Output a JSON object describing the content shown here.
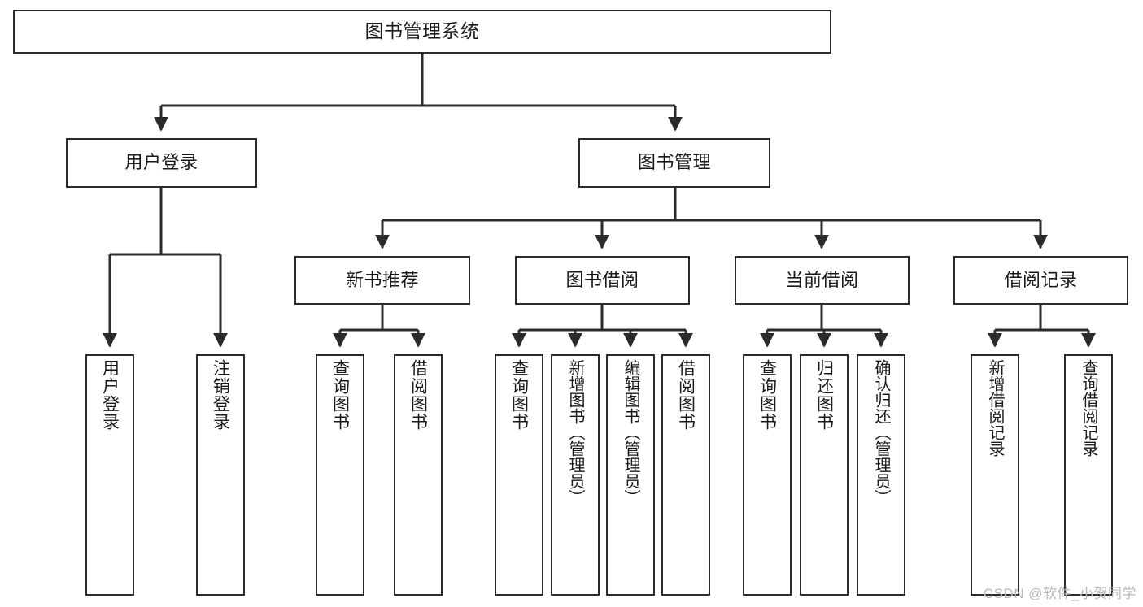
{
  "diagram": {
    "title": "图书管理系统",
    "type": "tree-hierarchy",
    "watermark": "CSDN @软件_小贺同学",
    "colors": {
      "stroke": "#2b2b2b",
      "box_fill": "#ffffff",
      "text": "#1a1a1a",
      "watermark": "#b9b9b9",
      "background": "#ffffff"
    },
    "nodes": {
      "root": {
        "label": "图书管理系统"
      },
      "level2": [
        {
          "id": "user-login",
          "label": "用户登录"
        },
        {
          "id": "book-manage",
          "label": "图书管理"
        }
      ],
      "level3": [
        {
          "id": "new-book-recommend",
          "label": "新书推荐"
        },
        {
          "id": "book-borrow",
          "label": "图书借阅"
        },
        {
          "id": "current-borrow",
          "label": "当前借阅"
        },
        {
          "id": "borrow-record",
          "label": "借阅记录"
        }
      ],
      "leaves": {
        "user-login": [
          {
            "id": "leaf-user-login",
            "label": "用户登录"
          },
          {
            "id": "leaf-logout-login",
            "label": "注销登录"
          }
        ],
        "new-book-recommend": [
          {
            "id": "leaf-query-book-1",
            "label": "查询图书"
          },
          {
            "id": "leaf-borrow-book-1",
            "label": "借阅图书"
          }
        ],
        "book-borrow": [
          {
            "id": "leaf-query-book-2",
            "label": "查询图书"
          },
          {
            "id": "leaf-add-book",
            "label": "新增图书（管理员）"
          },
          {
            "id": "leaf-edit-book",
            "label": "编辑图书（管理员）"
          },
          {
            "id": "leaf-borrow-book-2",
            "label": "借阅图书"
          }
        ],
        "current-borrow": [
          {
            "id": "leaf-query-book-3",
            "label": "查询图书"
          },
          {
            "id": "leaf-return-book",
            "label": "归还图书"
          },
          {
            "id": "leaf-confirm-return",
            "label": "确认归还（管理员）"
          }
        ],
        "borrow-record": [
          {
            "id": "leaf-add-record",
            "label": "新增借阅记录"
          },
          {
            "id": "leaf-query-record",
            "label": "查询借阅记录"
          }
        ]
      }
    }
  }
}
